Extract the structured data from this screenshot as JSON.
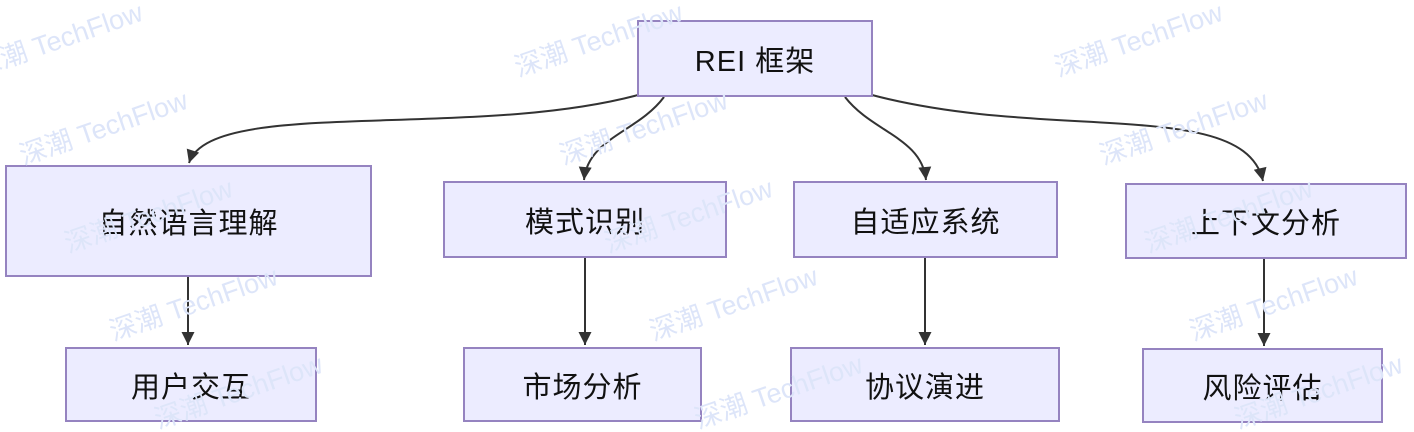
{
  "diagram": {
    "type": "flowchart",
    "direction": "top-down",
    "root": {
      "id": "rei",
      "label": "REI 框架"
    },
    "level2": [
      {
        "id": "nlu",
        "label": "自然语言理解"
      },
      {
        "id": "pattern",
        "label": "模式识别"
      },
      {
        "id": "adaptive",
        "label": "自适应系统"
      },
      {
        "id": "context",
        "label": "上下文分析"
      }
    ],
    "level3": [
      {
        "id": "user-interaction",
        "label": "用户交互"
      },
      {
        "id": "market-analysis",
        "label": "市场分析"
      },
      {
        "id": "protocol-evolution",
        "label": "协议演进"
      },
      {
        "id": "risk-assessment",
        "label": "风险评估"
      }
    ],
    "edges": [
      {
        "from": "rei",
        "to": "nlu"
      },
      {
        "from": "rei",
        "to": "pattern"
      },
      {
        "from": "rei",
        "to": "adaptive"
      },
      {
        "from": "rei",
        "to": "context"
      },
      {
        "from": "nlu",
        "to": "user-interaction"
      },
      {
        "from": "pattern",
        "to": "market-analysis"
      },
      {
        "from": "adaptive",
        "to": "protocol-evolution"
      },
      {
        "from": "context",
        "to": "risk-assessment"
      }
    ]
  },
  "watermark": {
    "text": "深潮 TechFlow",
    "color": "#dde5f9"
  },
  "colors": {
    "background": "#ffffff",
    "node_fill": "#ececff",
    "node_border": "#9583c0",
    "node_text": "#111111",
    "arrow": "#333333"
  }
}
